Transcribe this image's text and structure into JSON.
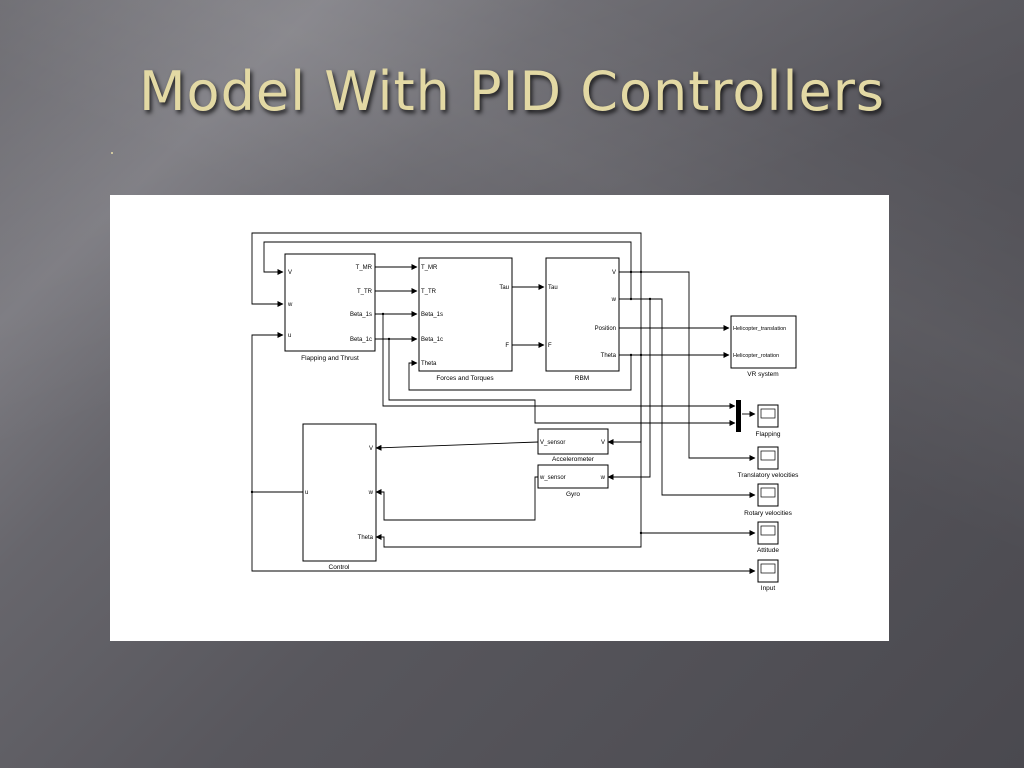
{
  "slide": {
    "title": "Model With PID Controllers"
  },
  "diagram": {
    "blocks": {
      "flapping_thrust": {
        "label": "Flapping and Thrust",
        "inputs": [
          "V",
          "w",
          "u"
        ],
        "outputs": [
          "T_MR",
          "T_TR",
          "Beta_1s",
          "Beta_1c"
        ]
      },
      "forces_torques": {
        "label": "Forces and Torques",
        "inputs": [
          "T_MR",
          "T_TR",
          "Beta_1s",
          "Beta_1c",
          "Theta"
        ],
        "outputs": [
          "Tau",
          "F"
        ]
      },
      "rbm": {
        "label": "RBM",
        "inputs": [
          "Tau",
          "F"
        ],
        "outputs": [
          "V",
          "w",
          "Position",
          "Theta"
        ]
      },
      "vr_system": {
        "label": "VR system",
        "inputs": [
          "Helicopter_translation",
          "Helicopter_rotation"
        ]
      },
      "accelerometer": {
        "label": "Accelerometer",
        "output": "V_sensor",
        "input": "V"
      },
      "gyro": {
        "label": "Gyro",
        "output": "w_sensor",
        "input": "w"
      },
      "control": {
        "label": "Control",
        "inputs": [
          "V",
          "w",
          "Theta"
        ],
        "output": "u"
      }
    },
    "scopes": [
      "Flapping",
      "Translatory velocities",
      "Rotary velocities",
      "Attitude",
      "Input"
    ]
  }
}
